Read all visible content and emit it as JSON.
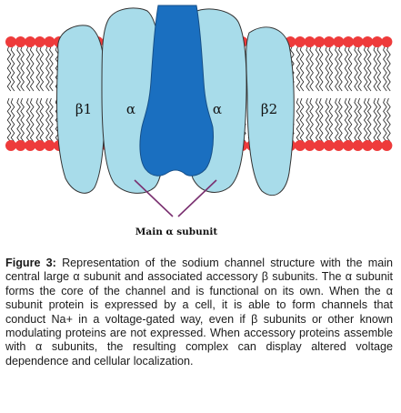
{
  "diagram": {
    "labels": {
      "beta1": "β1",
      "alpha_left": "α",
      "alpha_right": "α",
      "beta2": "β2",
      "main_subunit": "Main α subunit"
    },
    "colors": {
      "lipid_head": "#ee3b3b",
      "lipid_tail": "#222222",
      "subunit_fill": "#a8dcea",
      "subunit_stroke": "#333333",
      "channel_core": "#1a6fc0",
      "pointer": "#7a3070"
    }
  },
  "caption": {
    "figure_label": "Figure 3:",
    "text": " Representation of the sodium channel structure with the main central large α subunit and associated accessory β subunits. The  α subunit forms the core of the channel and is functional on its own. When the α subunit protein is expressed by a cell, it is able to form channels that conduct Na+ in a voltage-gated way, even if β subunits or other known modulating proteins are not expressed. When accessory proteins assemble with α subunits, the resulting complex can display altered voltage dependence and cellular localization."
  }
}
